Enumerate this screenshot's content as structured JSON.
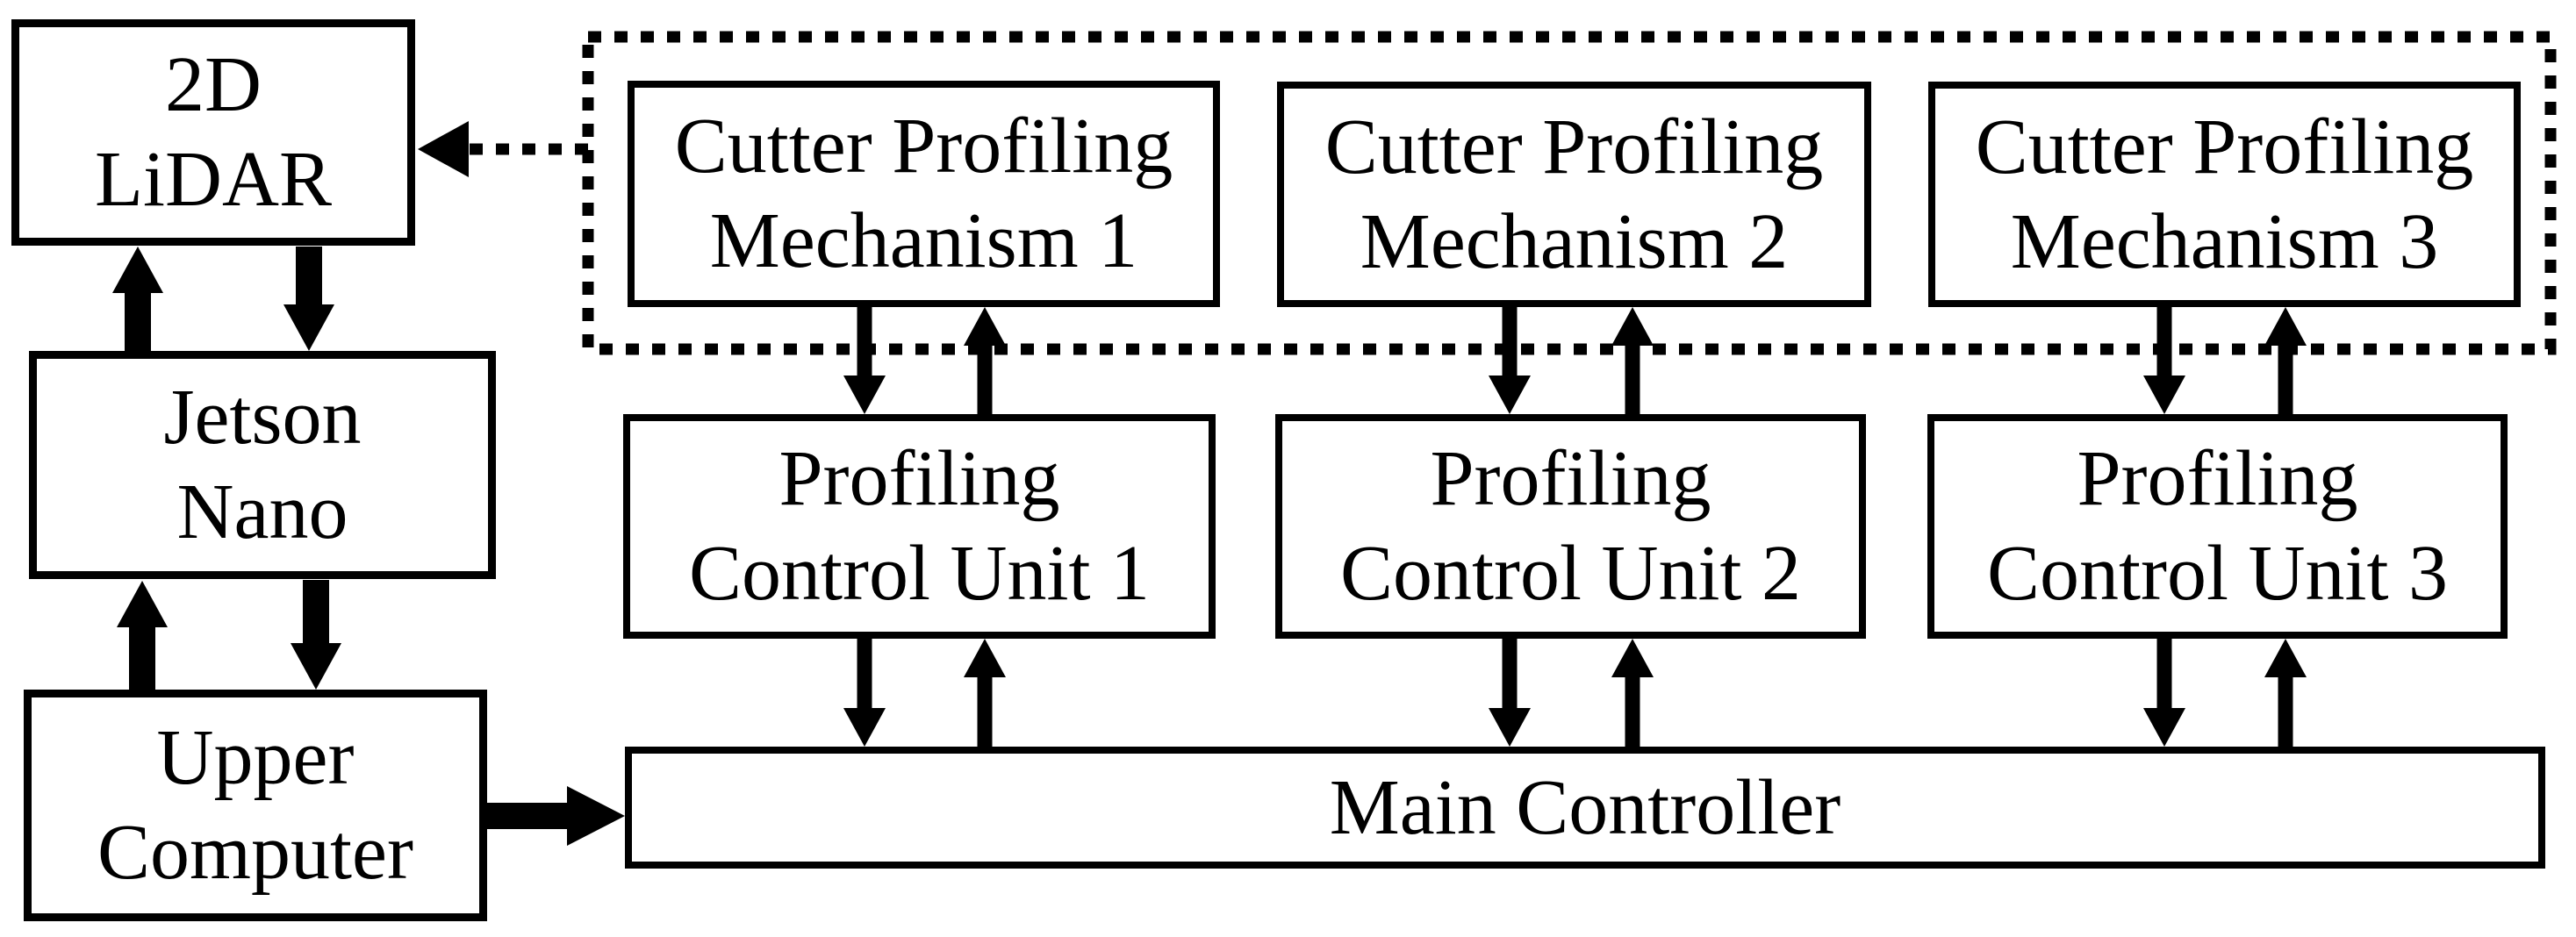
{
  "colors": {
    "background": "#ffffff",
    "ink": "#000000"
  },
  "boxes": {
    "lidar": {
      "line1": "2D",
      "line2": "LiDAR"
    },
    "jetson": {
      "line1": "Jetson",
      "line2": "Nano"
    },
    "upper_computer": {
      "line1": "Upper",
      "line2": "Computer"
    },
    "mech1": {
      "line1": "Cutter Profiling",
      "line2": "Mechanism 1"
    },
    "mech2": {
      "line1": "Cutter Profiling",
      "line2": "Mechanism 2"
    },
    "mech3": {
      "line1": "Cutter Profiling",
      "line2": "Mechanism 3"
    },
    "pcu1": {
      "line1": "Profiling",
      "line2": "Control Unit 1"
    },
    "pcu2": {
      "line1": "Profiling",
      "line2": "Control Unit 2"
    },
    "pcu3": {
      "line1": "Profiling",
      "line2": "Control Unit 3"
    },
    "main_controller": {
      "label": "Main Controller"
    }
  },
  "connections": [
    {
      "from": "2D LiDAR",
      "to": "Jetson Nano",
      "style": "solid",
      "direction": "both"
    },
    {
      "from": "Jetson Nano",
      "to": "Upper Computer",
      "style": "solid",
      "direction": "both"
    },
    {
      "from": "Upper Computer",
      "to": "Main Controller",
      "style": "solid",
      "direction": "one-way"
    },
    {
      "from": "Cutter Profiling Mechanism group",
      "to": "2D LiDAR",
      "style": "dotted",
      "direction": "one-way"
    },
    {
      "from": "Cutter Profiling Mechanism 1",
      "to": "Profiling Control Unit 1",
      "style": "solid",
      "direction": "both"
    },
    {
      "from": "Cutter Profiling Mechanism 2",
      "to": "Profiling Control Unit 2",
      "style": "solid",
      "direction": "both"
    },
    {
      "from": "Cutter Profiling Mechanism 3",
      "to": "Profiling Control Unit 3",
      "style": "solid",
      "direction": "both"
    },
    {
      "from": "Profiling Control Unit 1",
      "to": "Main Controller",
      "style": "solid",
      "direction": "both"
    },
    {
      "from": "Profiling Control Unit 2",
      "to": "Main Controller",
      "style": "solid",
      "direction": "both"
    },
    {
      "from": "Profiling Control Unit 3",
      "to": "Main Controller",
      "style": "solid",
      "direction": "both"
    }
  ]
}
